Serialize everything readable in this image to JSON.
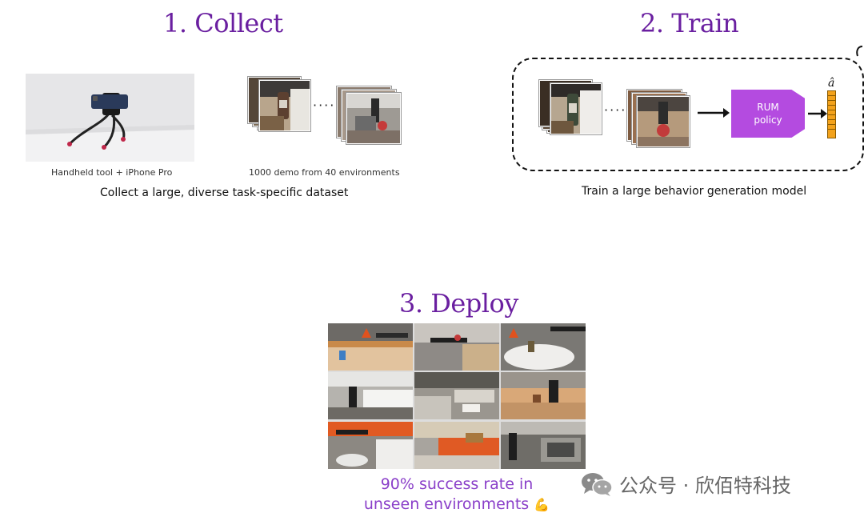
{
  "collect": {
    "heading": "1. Collect",
    "tool_caption": "Handheld tool + iPhone Pro",
    "demo_caption": "1000 demo from 40 environments",
    "summary": "Collect a large, diverse task-specific dataset",
    "ellipsis": "····"
  },
  "train": {
    "heading": "2. Train",
    "ellipsis": "····",
    "policy_line1": "RUM",
    "policy_line2": "policy",
    "action_symbol": "â",
    "summary": "Train a large behavior generation model"
  },
  "deploy": {
    "heading": "3. Deploy",
    "success_line1": "90% success rate in",
    "success_line2": "unseen environments",
    "success_emoji": "💪"
  },
  "watermark": {
    "text": "公众号 · 欣佰特科技",
    "icon": "wechat-icon"
  },
  "colors": {
    "heading": "#6a1fa0",
    "policy": "#b44be0",
    "action": "#f3a21b",
    "success": "#8a3fc9"
  }
}
